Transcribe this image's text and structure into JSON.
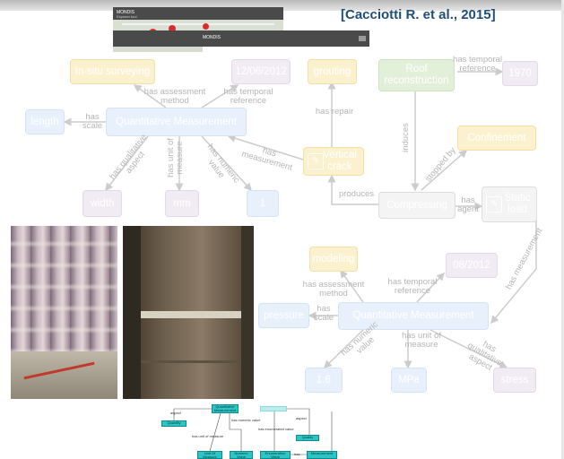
{
  "citation": "[Cacciotti R. et al., 2015]",
  "screens": {
    "app_title": "MONDIS",
    "app_subtitle": "Explorer tool",
    "app_title_2": "MONDIS"
  },
  "nodes": {
    "in_situ": "In-situ surveying",
    "date1": "12/06/2012",
    "grouting": "grouting",
    "roof": "Roof reconstruction",
    "year": "1970",
    "length": "length",
    "qm1": "Quantitative Measurement",
    "crack": "Vertical crack",
    "confinement": "Confinement",
    "width": "width",
    "mm": "mm",
    "one": "1",
    "compressing": "Compressing",
    "static": "Static load",
    "modeling": "modeling",
    "date2": "08/2012",
    "pressure": "pressure",
    "qm2": "Quantitative Measurement",
    "val": "1.6",
    "mpa": "MPa",
    "stress": "stress"
  },
  "edges": {
    "has_assessment_method": "has assessment method",
    "has_temporal_reference": "has temporal reference",
    "has_repair": "has repair",
    "has_temporal_reference_2": "has temporal reference",
    "has_scale": "has scale",
    "has_measurement": "has measurement",
    "has_qualitative_aspect": "has qualitative aspect",
    "has_unit_of_measure": "has unit of measure",
    "has_numeric_value": "has numeric value",
    "induces": "induces",
    "stopped_by": "stopped by",
    "produces": "produces",
    "has_agent": "has agent",
    "has_measurement_2": "has measurement",
    "has_assessment_method_2": "has assessment method",
    "has_temporal_reference_3": "has temporal reference",
    "has_scale_2": "has scale",
    "has_numeric_value_2": "has numeric value",
    "has_unit_of_measure_2": "has unit of measure",
    "has_qualitative_aspect_2": "has qualitative aspect"
  },
  "mini_diagram": {
    "measurement": "Quantitative Measurement",
    "quantity": "Quantity",
    "quality": "Quality",
    "unit": "Unit Of Measure",
    "numeric": "Numeric Value",
    "enumeration": "Enumeration Value",
    "measurement2": "Measurement",
    "aspect": "aspect",
    "has_numeric_value": "has numeric value",
    "has_unit_of_measure": "has unit of measure",
    "has_enumerated_value": "has enumerated value",
    "aspect2": "aspect",
    "has": "has"
  },
  "colors": {
    "citation": "#1f4e79",
    "yellow": "#fbf1cf",
    "blue": "#e8f1fb",
    "purple": "#f1ecf4",
    "green": "#e3f0d9",
    "teal": "#2cc4c4"
  }
}
